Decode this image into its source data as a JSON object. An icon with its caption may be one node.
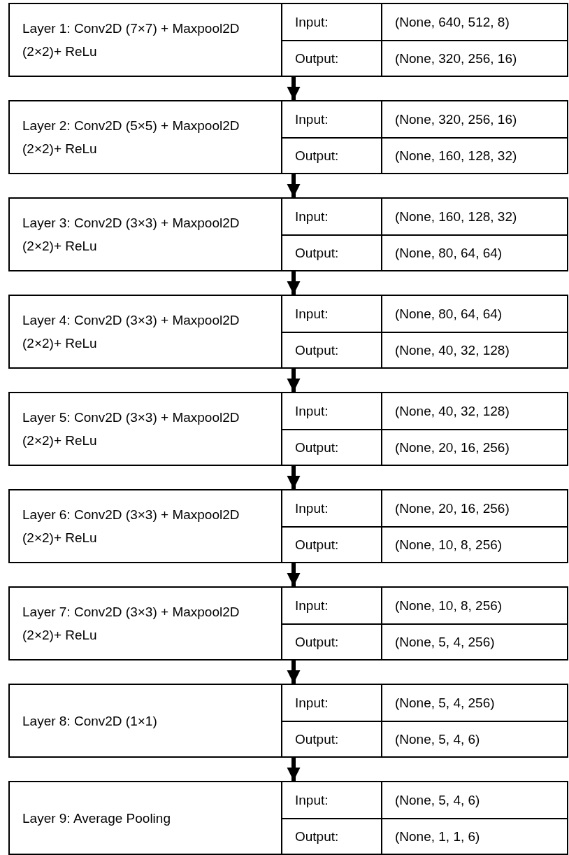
{
  "diagram": {
    "nodes": [
      {
        "text": [
          "Layer 1: Conv2D (7×7) + Maxpool2D (2×2)+ ReLu"
        ]
      },
      {
        "text": [
          "Input:"
        ],
        "in": 0
      },
      {
        "text": [
          "(None, 640, 512, 8)"
        ],
        "in": 0
      },
      {
        "text": [
          "Output:"
        ],
        "in": 0
      },
      {
        "text": [
          "(None, 320, 256, 16)"
        ],
        "in": 0
      },
      {
        "text": [
          "Layer 2: Conv2D (5×5) + Maxpool2D (2×2)+ ReLu"
        ]
      },
      {
        "text": [
          "Input:"
        ],
        "in": 5
      },
      {
        "text": [
          "(None, 320, 256, 16)"
        ],
        "in": 5
      },
      {
        "text": [
          "Output:"
        ],
        "in": 5
      },
      {
        "text": [
          "(None, 160, 128, 32)"
        ],
        "in": 5
      },
      {
        "text": [
          "Layer 3: Conv2D (3×3) + Maxpool2D (2×2)+ ReLu"
        ]
      },
      {
        "text": [
          "Input:"
        ],
        "in": 10
      },
      {
        "text": [
          "(None, 160, 128, 32)"
        ],
        "in": 10
      },
      {
        "text": [
          "Output:"
        ],
        "in": 10
      },
      {
        "text": [
          "(None, 80, 64, 64)"
        ],
        "in": 10
      },
      {
        "text": [
          "Layer 4: Conv2D (3×3) + Maxpool2D (2×2)+ ReLu"
        ]
      },
      {
        "text": [
          "Input:"
        ],
        "in": 15
      },
      {
        "text": [
          "(None, 80, 64, 64)"
        ],
        "in": 15
      },
      {
        "text": [
          "Output:"
        ],
        "in": 15
      },
      {
        "text": [
          "(None, 40, 32, 128)"
        ],
        "in": 15
      },
      {
        "text": [
          "Layer 5: Conv2D (3×3) + Maxpool2D (2×2)+ ReLu"
        ]
      },
      {
        "text": [
          "Input:"
        ],
        "in": 20
      },
      {
        "text": [
          "(None, 40, 32, 128)"
        ],
        "in": 20
      },
      {
        "text": [
          "Output:"
        ],
        "in": 20
      },
      {
        "text": [
          "(None, 20, 16, 256)"
        ],
        "in": 20
      },
      {
        "text": [
          "Layer 6: Conv2D (3×3) + Maxpool2D (2×2)+ ReLu"
        ]
      },
      {
        "text": [
          "Input:"
        ],
        "in": 25
      },
      {
        "text": [
          "(None, 20, 16, 256)"
        ],
        "in": 25
      },
      {
        "text": [
          "Output:"
        ],
        "in": 25
      },
      {
        "text": [
          "(None, 10, 8, 256)"
        ],
        "in": 25
      },
      {
        "text": [
          "Layer 7: Conv2D (3×3) + Maxpool2D (2×2)+ ReLu"
        ]
      },
      {
        "text": [
          "Input:"
        ],
        "in": 30
      },
      {
        "text": [
          "(None, 10, 8, 256)"
        ],
        "in": 30
      },
      {
        "text": [
          "Output:"
        ],
        "in": 30
      },
      {
        "text": [
          "(None, 5, 4, 256)"
        ],
        "in": 30
      },
      {
        "text": [
          "Layer 8: Conv2D (1×1)"
        ]
      },
      {
        "text": [
          "Input:"
        ],
        "in": 35
      },
      {
        "text": [
          "(None, 5, 4, 256)"
        ],
        "in": 35
      },
      {
        "text": [
          "Output:"
        ],
        "in": 35
      },
      {
        "text": [
          "(None, 5, 4, 6)"
        ],
        "in": 35
      },
      {
        "text": [
          "Layer 9: Average Pooling"
        ]
      },
      {
        "text": [
          "Input:"
        ],
        "in": 40
      },
      {
        "text": [
          "(None, 5, 4, 6)"
        ],
        "in": 40
      },
      {
        "text": [
          "Output:"
        ],
        "in": 40
      },
      {
        "text": [
          "(None, 1, 1, 6)"
        ],
        "in": 40
      }
    ],
    "edges": [
      {
        "from": 0,
        "to": 5,
        "arrow": "to"
      },
      {
        "from": 5,
        "to": 10,
        "arrow": "to"
      },
      {
        "from": 10,
        "to": 15,
        "arrow": "to"
      },
      {
        "from": 15,
        "to": 20,
        "arrow": "to"
      },
      {
        "from": 20,
        "to": 25,
        "arrow": "to"
      },
      {
        "from": 25,
        "to": 30,
        "arrow": "to"
      },
      {
        "from": 30,
        "to": 35,
        "arrow": "to"
      },
      {
        "from": 35,
        "to": 40,
        "arrow": "to"
      }
    ]
  }
}
